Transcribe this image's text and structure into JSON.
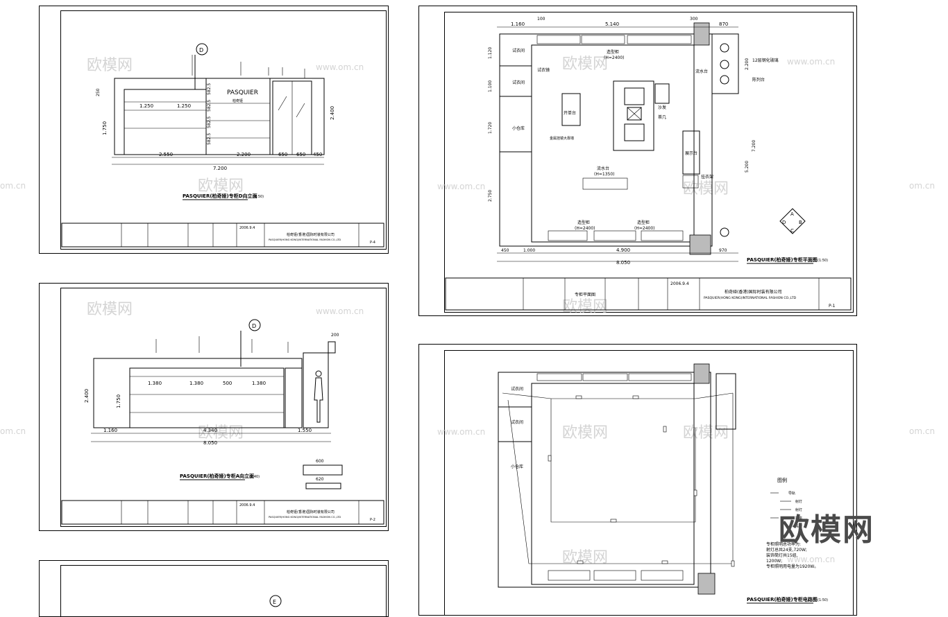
{
  "watermarks": {
    "cn": "欧模网",
    "site": "www.om.cn",
    "site_short": "om.cn",
    "corner": "欧模网"
  },
  "company": {
    "cn": "柏奇娅(香港)国际时装有限公司",
    "en": "PASQUIER(HONG KONG)INTERNATIONAL FASHION CO.,LTD"
  },
  "sheets": {
    "s1": {
      "title": "PASQUIER(柏奇娅)专柜D向立面",
      "scale": "(1:50)",
      "page": "P-4",
      "brand": "PASQUIER",
      "sign": "柏奇娅",
      "date": "2006.9.4",
      "dims_top": [
        "1.250",
        "1.250"
      ],
      "dims_v": [
        "582.5",
        "582.5",
        "582.5",
        "582.5"
      ],
      "dims_bottom": [
        "2.550",
        "2.200",
        "650",
        "650",
        "450",
        "7.200"
      ],
      "h": [
        "1.750",
        "2.400",
        "250"
      ]
    },
    "s2": {
      "title": "PASQUIER(柏奇娅)专柜A向立面",
      "scale": "(1:40)",
      "page": "P-2",
      "date": "2006.9.4",
      "dims_top": [
        "1.380",
        "1.380",
        "500",
        "1.380"
      ],
      "dims_bottom": [
        "1.160",
        "4.340",
        "1.550",
        "8.050"
      ],
      "h": [
        "2.400",
        "1.750"
      ],
      "small": [
        "200",
        "600",
        "620"
      ]
    },
    "s3": {
      "marker": "E"
    },
    "s4": {
      "title": "PASQUIER(柏奇娅)专柜平面图",
      "scale": "(1:50)",
      "page": "P-1",
      "date": "2006.9.4",
      "sheet_name": "专柜平面图",
      "dims_top": [
        "1.160",
        "100",
        "5.140",
        "300",
        "870"
      ],
      "dims_bottom": [
        "450",
        "1.000",
        "4.900",
        "970",
        "8.050"
      ],
      "dims_left": [
        "1.120",
        "1.100",
        "1.720",
        "2.750"
      ],
      "dims_right": [
        "2.200",
        "5.200",
        "7.200"
      ],
      "labels": [
        "试衣间",
        "试衣间",
        "小仓库",
        "试衣镜",
        "造型柜",
        "(H=2400)",
        "开单台",
        "金属挂镜大靠墙",
        "沙发",
        "茶几",
        "展示台",
        "流水台",
        "(H=1350)",
        "挂衣架",
        "造型柜",
        "(H=2400)",
        "造型柜",
        "(H=2400)",
        "12层钢化玻璃",
        "陈列台",
        "流水台"
      ],
      "compass": [
        "A",
        "B",
        "C",
        "D"
      ]
    },
    "s5": {
      "title": "PASQUIER(柏奇娅)专柜电路图",
      "scale": "(1:50)",
      "legend_title": "图例",
      "legend": [
        "导轨",
        "射灯",
        "射灯",
        "插座",
        "吊灯"
      ],
      "notes": [
        "专柜照明总功率为:",
        "射灯总共24支,720W;",
        "装饰筒灯共15组,",
        "  1200W;",
        "专柜照明用电量为1920W。"
      ],
      "rooms": [
        "试衣间",
        "试衣间",
        "小仓库"
      ]
    }
  }
}
